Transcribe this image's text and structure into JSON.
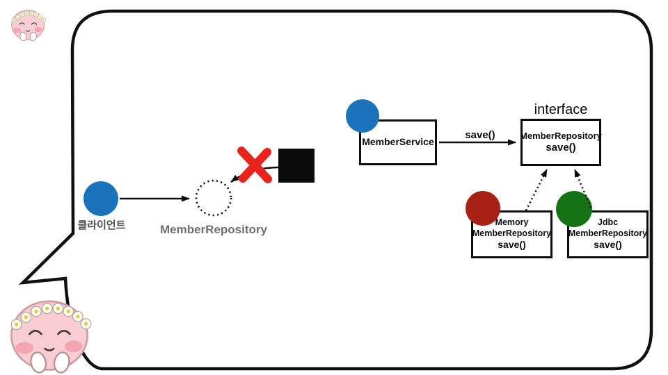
{
  "stickers": {
    "top": "apeach-praying-sticker",
    "bottom": "apeach-flower-crown-sticker"
  },
  "left_diagram": {
    "client_label": "클라이언트",
    "repository_label": "MemberRepository"
  },
  "right_diagram": {
    "service_box_label": "MemberService",
    "arrow_label": "save()",
    "interface_caption": "interface",
    "interface_box": {
      "line1": "MemberRepository",
      "line2": "save()"
    },
    "memory_box": {
      "line1": "Memory",
      "line2": "MemberRepository",
      "line3": "save()"
    },
    "jdbc_box": {
      "line1": "Jdbc",
      "line2": "MemberRepository",
      "line3": "save()"
    }
  },
  "colors": {
    "bubble_border": "#101010",
    "blue": "#1b74bb",
    "dark_red": "#a62014",
    "green": "#167315",
    "x_red": "#e8231c",
    "square_black": "#0b0b0b"
  }
}
